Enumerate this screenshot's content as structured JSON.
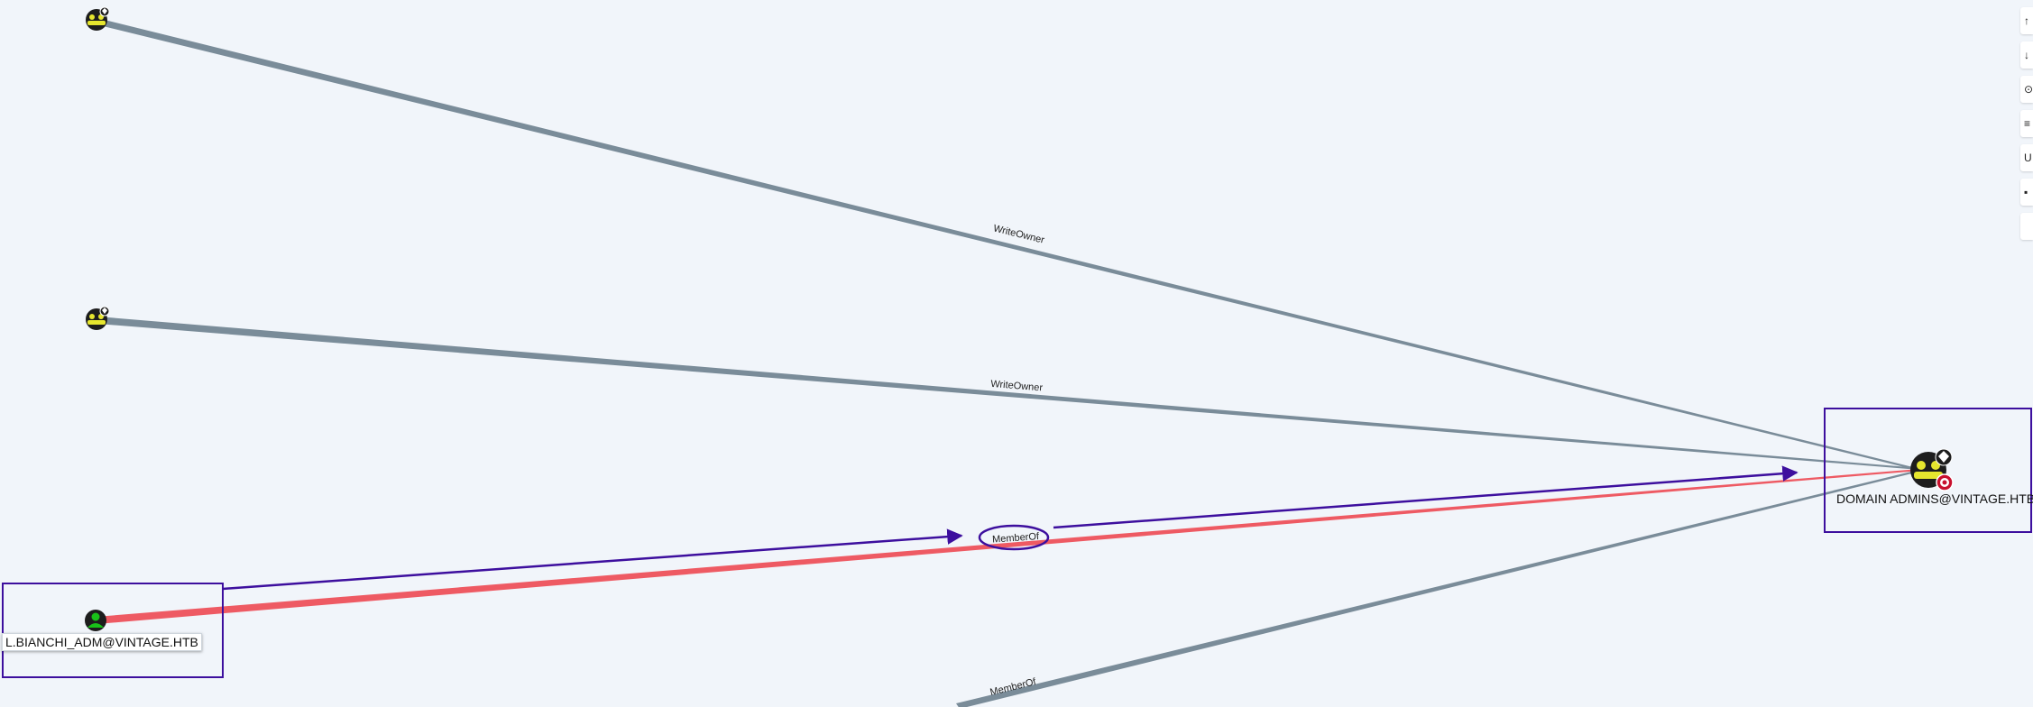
{
  "graph": {
    "nodes": {
      "group_top": {
        "type": "group",
        "icon": "group-icon"
      },
      "group_middle": {
        "type": "group",
        "icon": "group-icon"
      },
      "domain_admins": {
        "type": "group",
        "label": "DOMAIN ADMINS@VINTAGE.HTB",
        "icon": "group-icon",
        "badge": "target-icon"
      },
      "l_bianchi_adm": {
        "type": "user",
        "label": "L.BIANCHI_ADM@VINTAGE.HTB",
        "icon": "user-icon"
      }
    },
    "edges": {
      "write_owner_top": "WriteOwner",
      "write_owner_middle": "WriteOwner",
      "member_of_path": "MemberOf",
      "member_of_bottom": "MemberOf"
    }
  },
  "toolbar": {
    "buttons": [
      {
        "icon": "expand-icon",
        "glyph": "↑"
      },
      {
        "icon": "collapse-icon",
        "glyph": "↓"
      },
      {
        "icon": "center-icon",
        "glyph": "⊙"
      },
      {
        "icon": "menu-icon",
        "glyph": "≡"
      },
      {
        "icon": "layout-icon",
        "glyph": "U"
      },
      {
        "icon": "export-icon",
        "glyph": "▪"
      },
      {
        "icon": "blank-icon",
        "glyph": ""
      }
    ]
  },
  "colors": {
    "background": "#f1f5fa",
    "edge_gray": "#7a8c99",
    "path_red": "#ee5a63",
    "selection_purple": "#3d0f9e",
    "group_yellow": "#e6e62e",
    "user_green": "#19c119",
    "node_dark": "#1d1d1d"
  }
}
